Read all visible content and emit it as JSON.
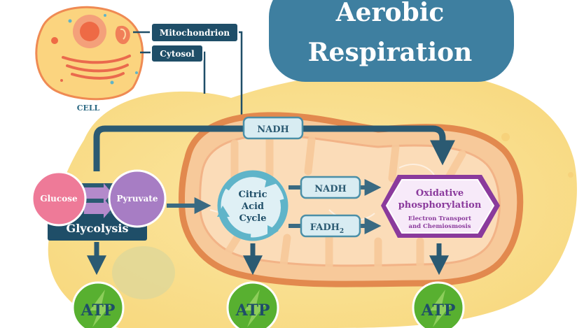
{
  "title": {
    "line1": "Aerobic",
    "line2": "Respiration"
  },
  "cell": {
    "label": "CELL"
  },
  "callouts": {
    "mitochondrion": "Mitochondrion",
    "cytosol": "Cytosol"
  },
  "glycolysis": {
    "label": "Glycolysis",
    "glucose": "Glucose",
    "pyruvate": "Pyruvate"
  },
  "citric_acid_cycle": {
    "line1": "Citric",
    "line2": "Acid",
    "line3": "Cycle"
  },
  "carriers": {
    "nadh_top": "NADH",
    "nadh_mid": "NADH",
    "fadh2": "FADH",
    "fadh2_sub": "2"
  },
  "oxidative_phosphorylation": {
    "line1": "Oxidative",
    "line2": "phosphorylation",
    "sub1": "Electron Transport",
    "sub2": "and Chemiosmosis"
  },
  "atp": {
    "left": "ATP",
    "middle": "ATP",
    "right": "ATP"
  },
  "colors": {
    "dark_teal": "#1f4e68",
    "title_box": "#3e7fa0",
    "glucose_pink": "#ee7a98",
    "pyruvate_purple": "#a77dc4",
    "oxphos_purple": "#8a3a9c",
    "atp_green": "#58b030",
    "mito_orange": "#e2894e",
    "cycle_blue": "#5fb4c9"
  }
}
